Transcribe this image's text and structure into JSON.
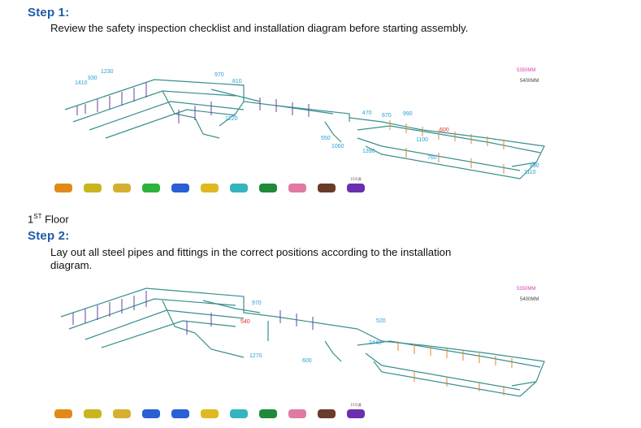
{
  "step1": {
    "title": "Step 1:",
    "text": "Review the safety inspection checklist and installation diagram before starting assembly."
  },
  "floor": {
    "number": "1",
    "suffix": "ST",
    "word": "Floor"
  },
  "step2": {
    "title": "Step 2:",
    "text_line1": "Lay out all steel pipes and fittings in the correct positions according to the installation",
    "text_line2": "diagram."
  },
  "diagram1": {
    "labels": [
      "1230",
      "930",
      "1410",
      "970",
      "810",
      "1220",
      "470",
      "870",
      "990",
      "600",
      "550",
      "1060",
      "1390",
      "1100",
      "760",
      "890",
      "1110"
    ],
    "info": [
      "5350MM",
      "5400MM"
    ]
  },
  "diagram2": {
    "labels": [
      "970",
      "1270",
      "520",
      "2440",
      "600",
      "540"
    ],
    "info": [
      "5350MM",
      "5400MM"
    ]
  },
  "legend1": [
    "15号通"
  ],
  "legend2": [
    "15号通"
  ],
  "colors": {
    "step_title": "#1e5aa8",
    "pipe_teal": "#3a8f8f",
    "pipe_blue": "#2b5fb8",
    "post_purple": "#6a3fa0",
    "post_orange": "#d98a2b",
    "label_cyan": "#2a9fd6",
    "label_red": "#e0302a",
    "label_magenta": "#d43fb0"
  },
  "legend_colors": [
    "#e08a1a",
    "#c9b520",
    "#d4b030",
    "#2bb33a",
    "#2a5fd6",
    "#e0b820",
    "#34b5c0",
    "#1e8a3a",
    "#e07aa0",
    "#6a3a2a",
    "#6a2fb0"
  ]
}
